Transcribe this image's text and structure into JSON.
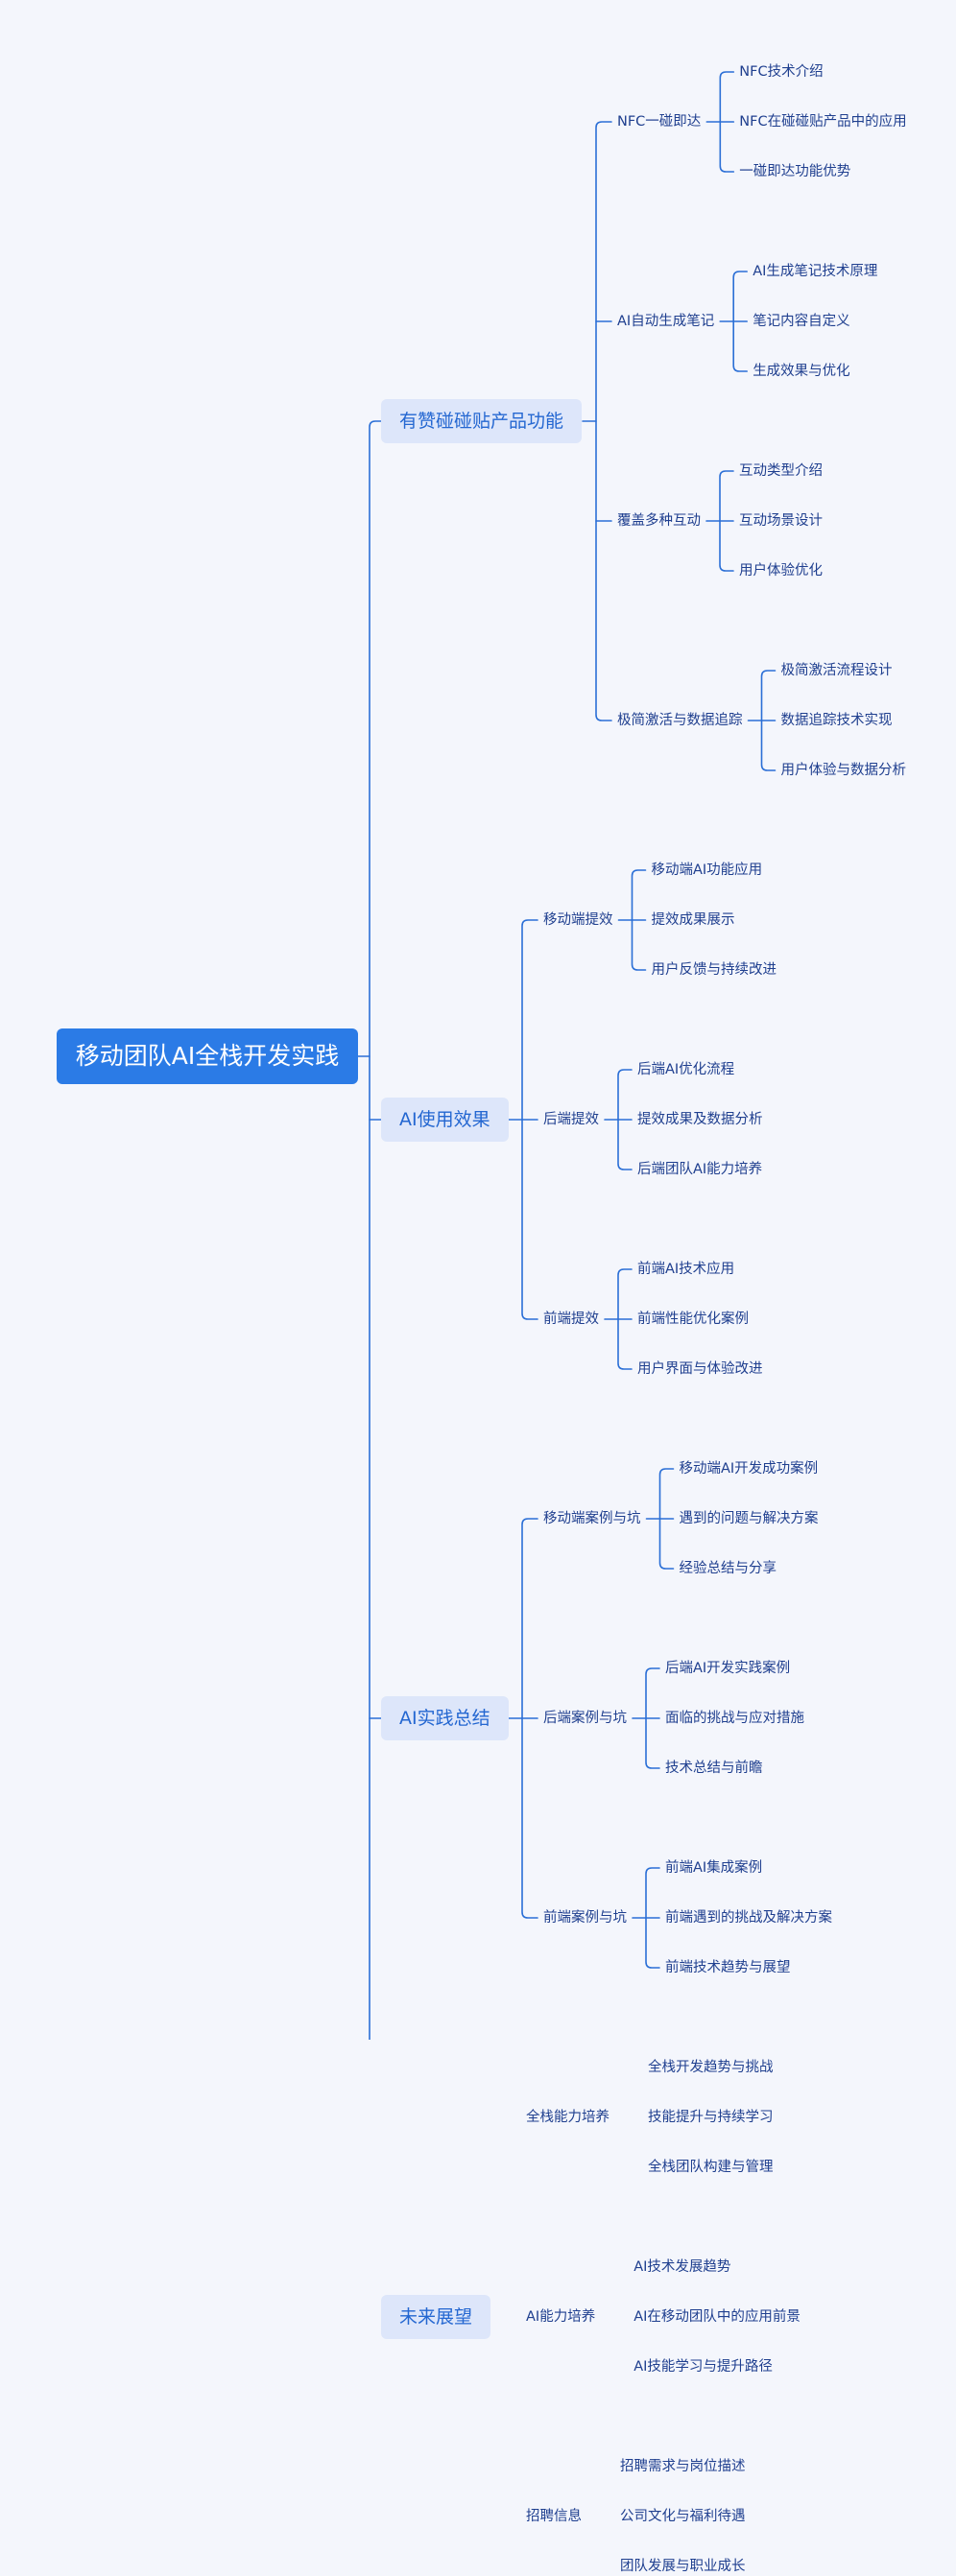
{
  "root": "移动团队AI全栈开发实践",
  "branches": [
    {
      "label": "有赞碰碰贴产品功能",
      "children": [
        {
          "label": "NFC一碰即达",
          "children": [
            "NFC技术介绍",
            "NFC在碰碰贴产品中的应用",
            "一碰即达功能优势"
          ]
        },
        {
          "label": "AI自动生成笔记",
          "children": [
            "AI生成笔记技术原理",
            "笔记内容自定义",
            "生成效果与优化"
          ]
        },
        {
          "label": "覆盖多种互动",
          "children": [
            "互动类型介绍",
            "互动场景设计",
            "用户体验优化"
          ]
        },
        {
          "label": "极简激活与数据追踪",
          "children": [
            "极简激活流程设计",
            "数据追踪技术实现",
            "用户体验与数据分析"
          ]
        }
      ]
    },
    {
      "label": "AI使用效果",
      "children": [
        {
          "label": "移动端提效",
          "children": [
            "移动端AI功能应用",
            "提效成果展示",
            "用户反馈与持续改进"
          ]
        },
        {
          "label": "后端提效",
          "children": [
            "后端AI优化流程",
            "提效成果及数据分析",
            "后端团队AI能力培养"
          ]
        },
        {
          "label": "前端提效",
          "children": [
            "前端AI技术应用",
            "前端性能优化案例",
            "用户界面与体验改进"
          ]
        }
      ]
    },
    {
      "label": "AI实践总结",
      "children": [
        {
          "label": "移动端案例与坑",
          "children": [
            "移动端AI开发成功案例",
            "遇到的问题与解决方案",
            "经验总结与分享"
          ]
        },
        {
          "label": "后端案例与坑",
          "children": [
            "后端AI开发实践案例",
            "面临的挑战与应对措施",
            "技术总结与前瞻"
          ]
        },
        {
          "label": "前端案例与坑",
          "children": [
            "前端AI集成案例",
            "前端遇到的挑战及解决方案",
            "前端技术趋势与展望"
          ]
        }
      ]
    },
    {
      "label": "未来展望",
      "children": [
        {
          "label": "全栈能力培养",
          "children": [
            "全栈开发趋势与挑战",
            "技能提升与持续学习",
            "全栈团队构建与管理"
          ]
        },
        {
          "label": "AI能力培养",
          "children": [
            "AI技术发展趋势",
            "AI在移动团队中的应用前景",
            "AI技能学习与提升路径"
          ]
        },
        {
          "label": "招聘信息",
          "children": [
            "招聘需求与岗位描述",
            "公司文化与福利待遇",
            "团队发展与职业成长"
          ]
        }
      ]
    }
  ],
  "colors": {
    "line": "#2b6fd6",
    "root_bg": "#2b7be6",
    "branch_bg": "#dde6fa",
    "branch_text": "#2467d1",
    "leaf_text": "#1f3f8f",
    "background": "#f4f6fc"
  }
}
